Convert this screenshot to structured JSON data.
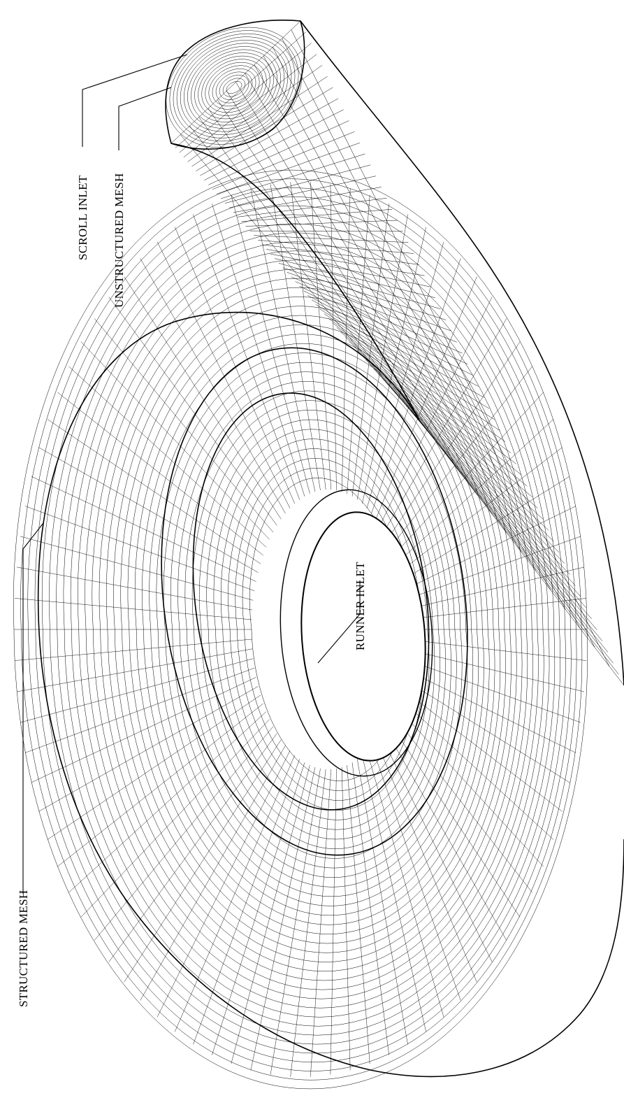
{
  "labels": {
    "scroll_inlet": "SCROLL INLET",
    "unstructured_mesh": "UNSTRUCTURED MESH",
    "structured_mesh": "STRUCTURED MESH",
    "runner_inlet": "RUNNER INLET"
  },
  "colors": {
    "line": "#000000",
    "background": "#ffffff"
  }
}
